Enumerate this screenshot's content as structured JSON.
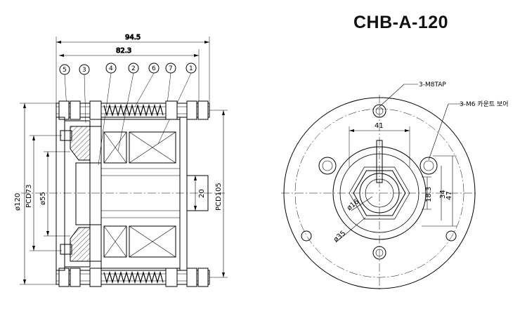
{
  "title": "CHB-A-120",
  "dimensions": {
    "overall_length": "94.5",
    "inner_length": "82.3",
    "outer_diameter": "ø120",
    "pcd73": "PCD73",
    "bore55": "ø55",
    "width20": "20",
    "pcd105": "PCD105",
    "hex41": "41",
    "d16": "ø16",
    "d35": "ø35",
    "d18_3": "18.3",
    "h34": "34",
    "h47": "47"
  },
  "part_callouts": [
    "5",
    "3",
    "4",
    "2",
    "6",
    "7",
    "1"
  ],
  "notes": {
    "tap": "3-M8TAP",
    "counterbore": "3-M6  카운트 보어"
  }
}
